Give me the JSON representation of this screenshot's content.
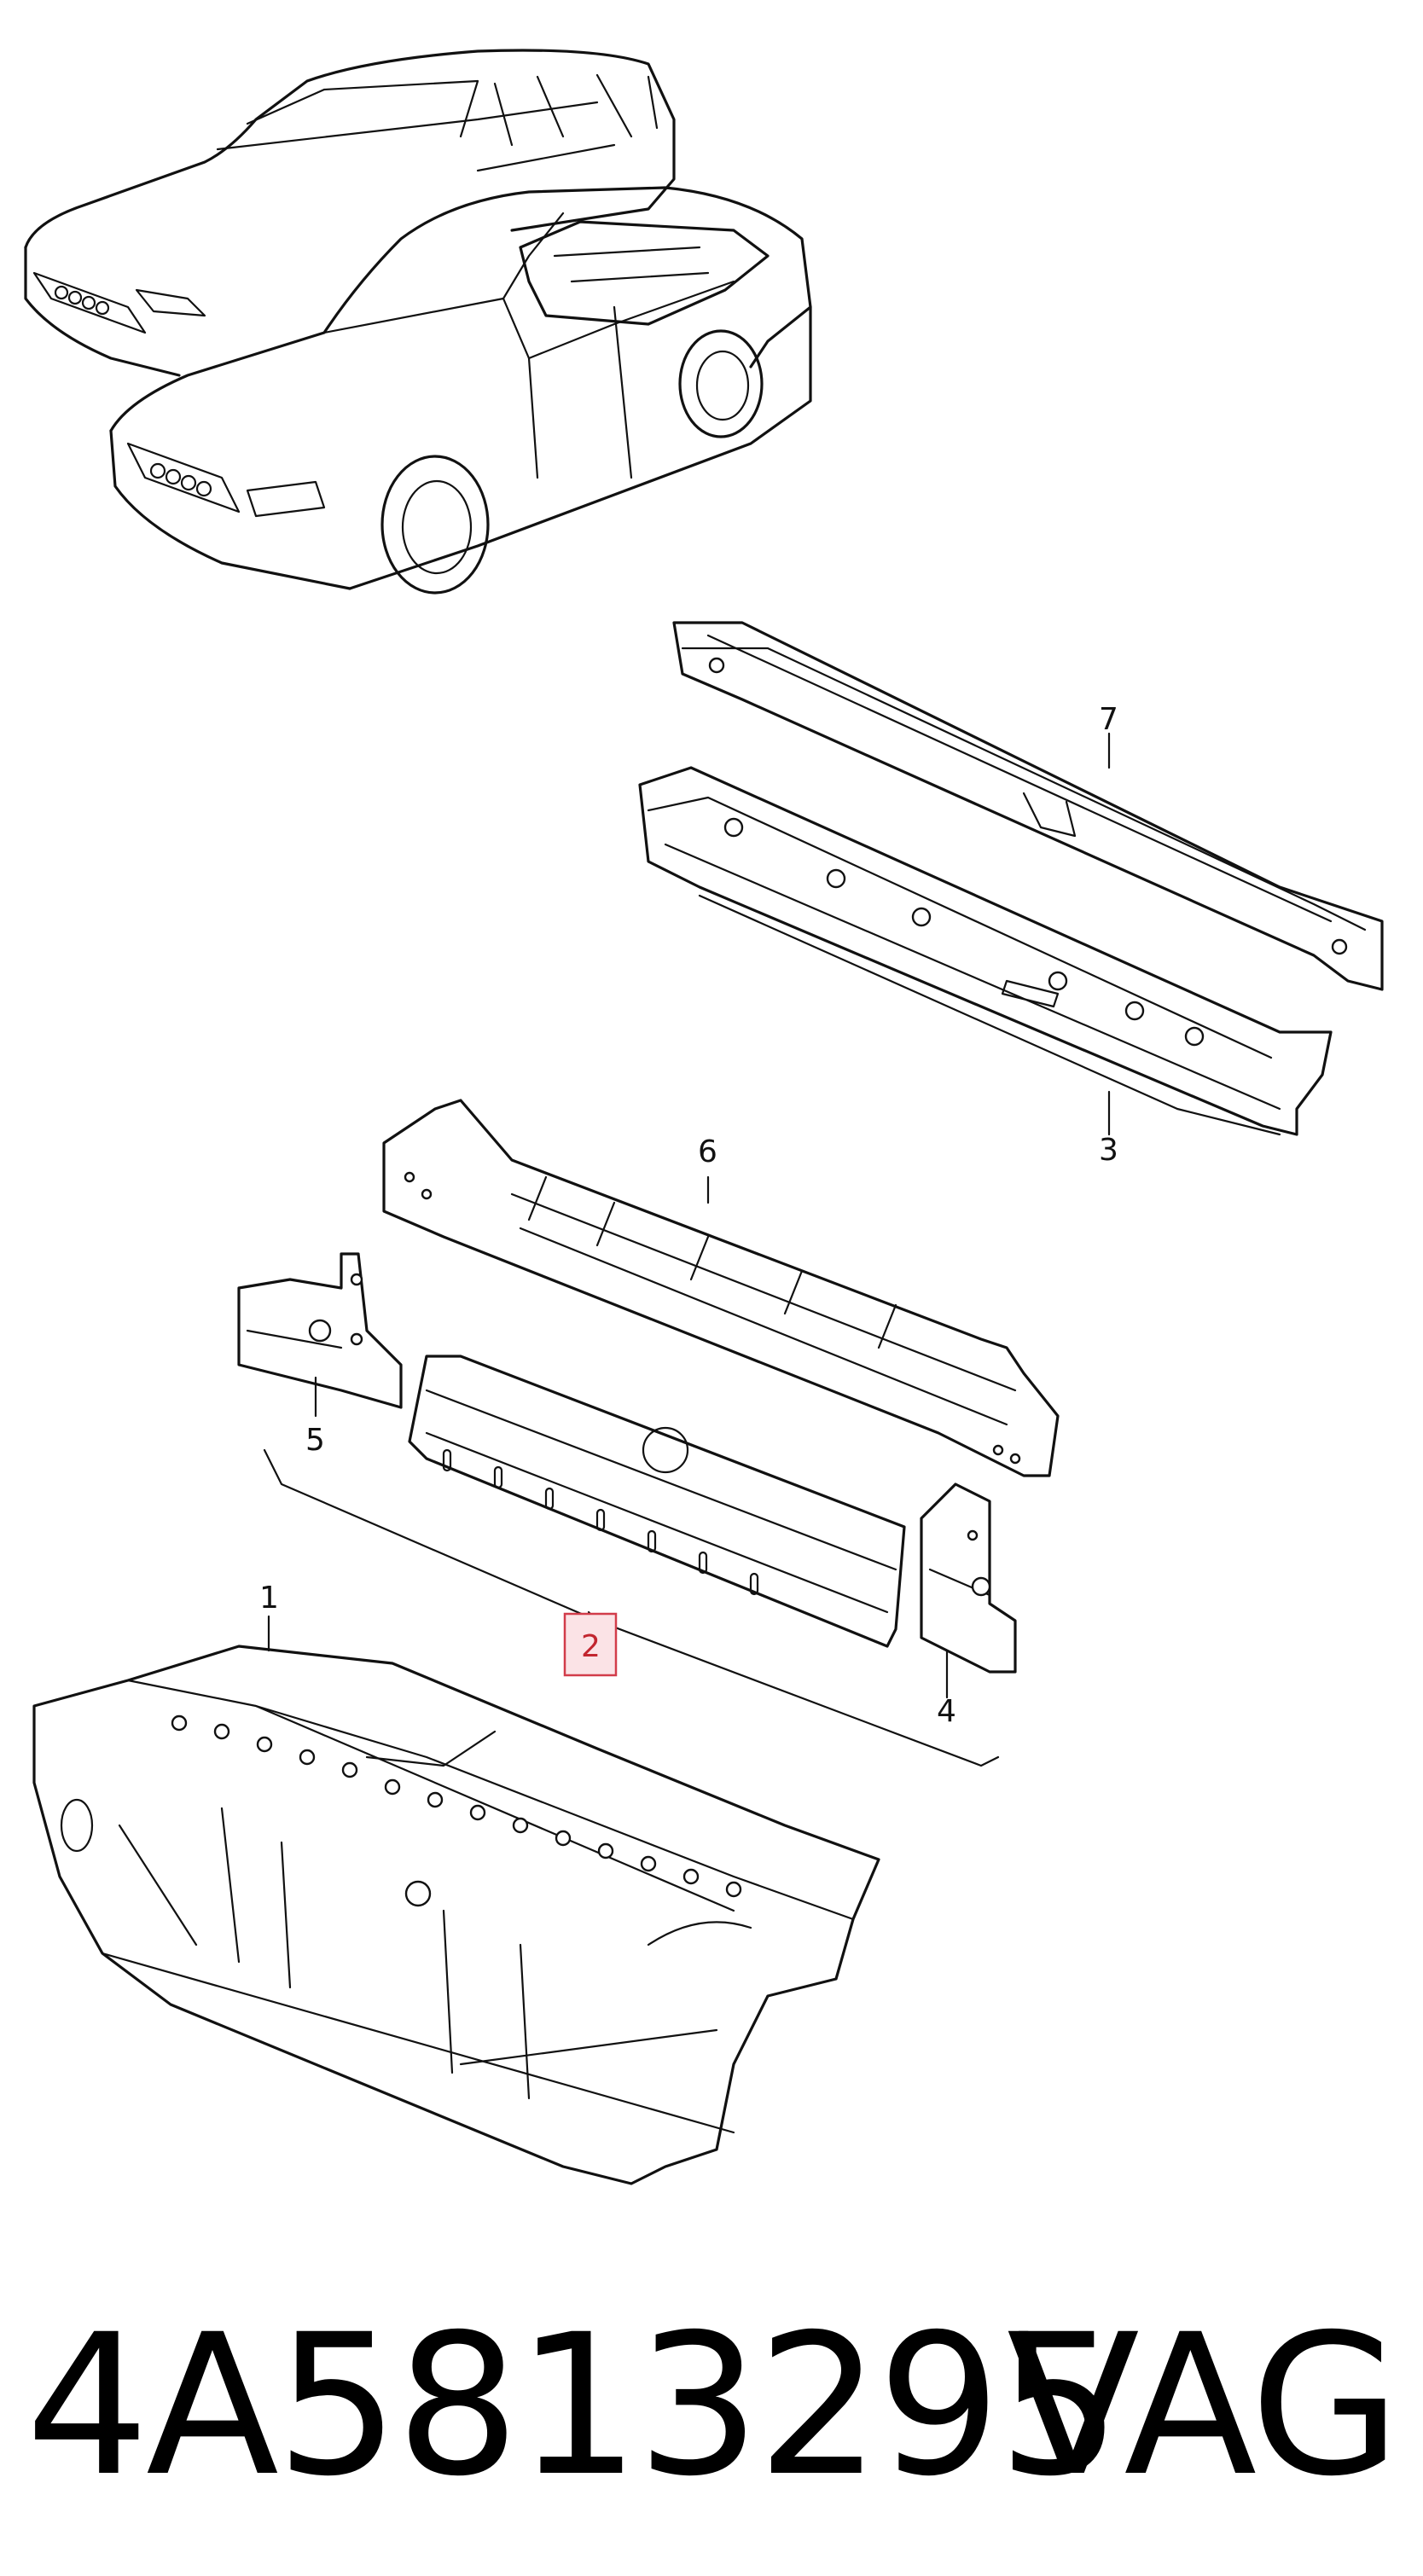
{
  "callouts": {
    "c1": "1",
    "c2": "2",
    "c3": "3",
    "c4": "4",
    "c5": "5",
    "c6": "6",
    "c7": "7"
  },
  "highlight_color": "#d23c4a",
  "part_number": "4A5813295",
  "brand": "VAG"
}
